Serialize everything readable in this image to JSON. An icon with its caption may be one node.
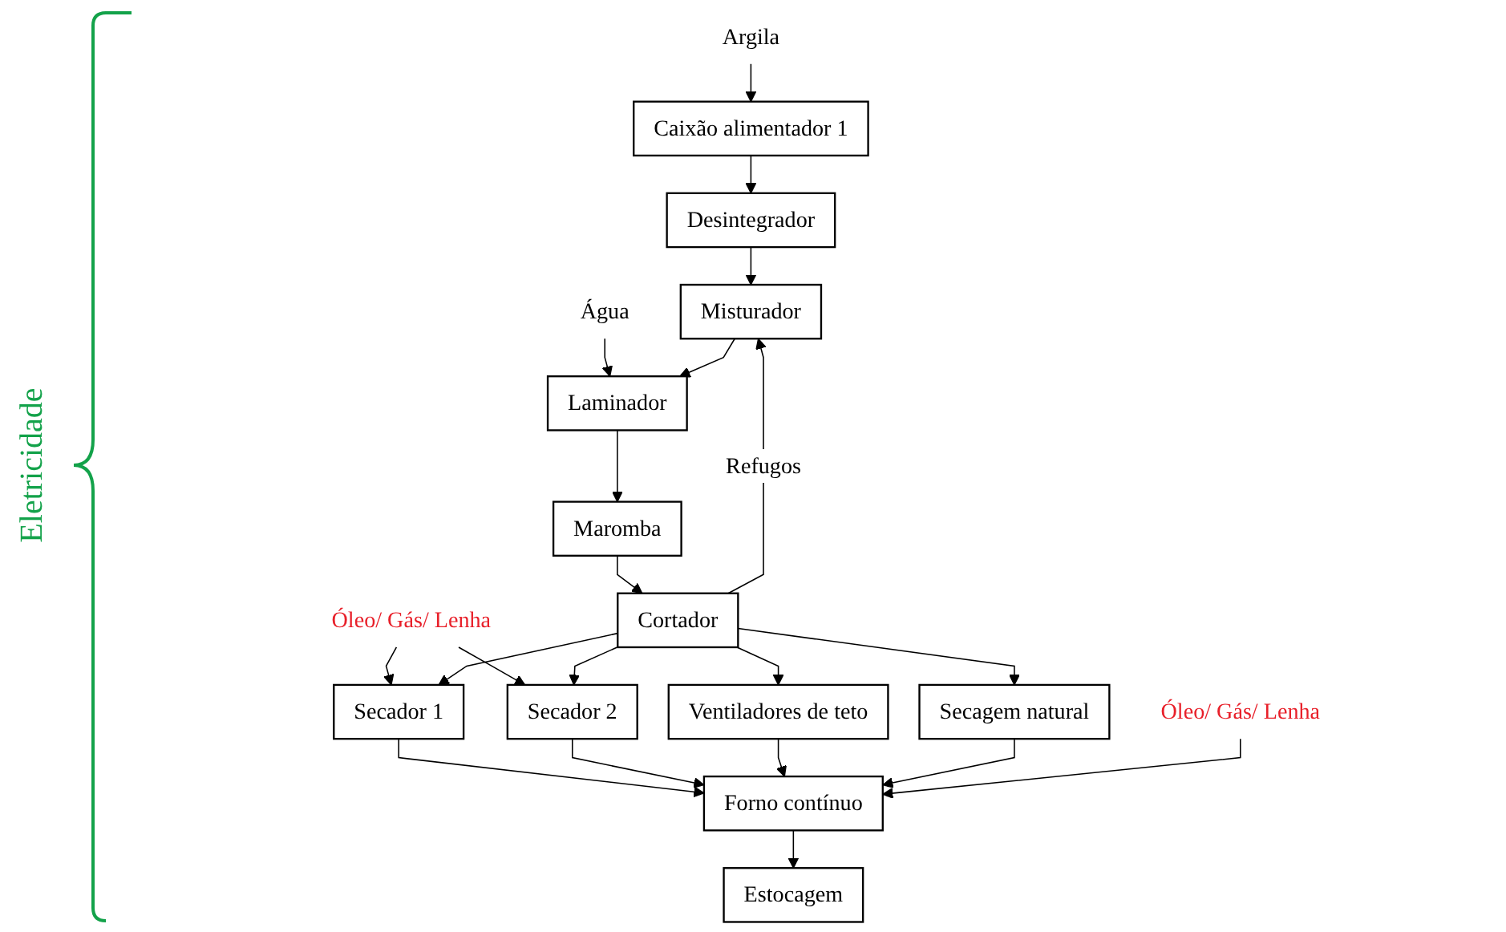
{
  "diagram": {
    "nodes": [
      {
        "text": [
          "Caixão alimentador 1"
        ]
      },
      {
        "text": [
          "Desintegrador"
        ]
      },
      {
        "text": [
          "Misturador"
        ]
      },
      {
        "text": [
          "Laminador"
        ]
      },
      {
        "text": [
          "Maromba"
        ]
      },
      {
        "text": [
          "Cortador"
        ]
      },
      {
        "text": [
          "Secador 1"
        ]
      },
      {
        "text": [
          "Secador 2"
        ]
      },
      {
        "text": [
          "Ventiladores de teto"
        ]
      },
      {
        "text": [
          "Secagem natural"
        ]
      },
      {
        "text": [
          "Forno contínuo"
        ]
      },
      {
        "text": [
          "Estocagem"
        ]
      },
      {
        "text": [
          "Argila"
        ]
      },
      {
        "text": [
          "Água"
        ]
      },
      {
        "text": [
          "Óleo/ Gás/ Lenha"
        ]
      },
      {
        "text": [
          "Óleo/ Gás/ Lenha"
        ]
      }
    ],
    "edges": [
      {
        "from": 12,
        "to": 0,
        "arrow": "to"
      },
      {
        "from": 0,
        "to": 1,
        "arrow": "to"
      },
      {
        "from": 1,
        "to": 2,
        "arrow": "to"
      },
      {
        "from": 13,
        "to": 3,
        "arrow": "to"
      },
      {
        "from": 2,
        "to": 3,
        "arrow": "to"
      },
      {
        "from": 3,
        "to": 4,
        "arrow": "to"
      },
      {
        "from": 4,
        "to": 5,
        "arrow": "to"
      },
      {
        "from": 5,
        "to": 2,
        "arrow": "to",
        "label": "Refugos"
      },
      {
        "from": 14,
        "to": 6,
        "arrow": "to"
      },
      {
        "from": 14,
        "to": 7,
        "arrow": "to"
      },
      {
        "from": 5,
        "to": 6,
        "arrow": "to"
      },
      {
        "from": 5,
        "to": 7,
        "arrow": "to"
      },
      {
        "from": 5,
        "to": 8,
        "arrow": "to"
      },
      {
        "from": 5,
        "to": 9,
        "arrow": "to"
      },
      {
        "from": 6,
        "to": 10,
        "arrow": "to"
      },
      {
        "from": 7,
        "to": 10,
        "arrow": "to"
      },
      {
        "from": 8,
        "to": 10,
        "arrow": "to"
      },
      {
        "from": 9,
        "to": 10,
        "arrow": "to"
      },
      {
        "from": 15,
        "to": 10,
        "arrow": "to"
      },
      {
        "from": 10,
        "to": 11,
        "arrow": "to"
      }
    ],
    "labels": [
      "Eletricidade"
    ]
  }
}
